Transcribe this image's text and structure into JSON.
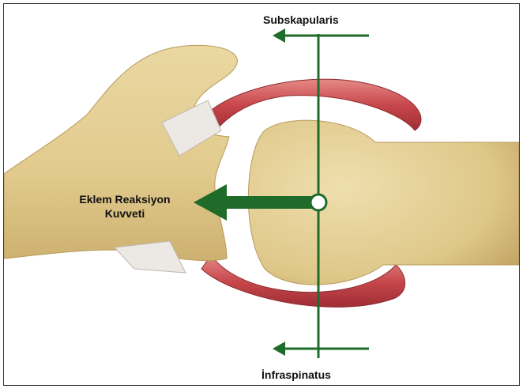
{
  "labels": {
    "top_muscle": "Subskapularis",
    "bottom_muscle": "İnfraspinatus",
    "force_line1": "Eklem Reaksiyon",
    "force_line2": "Kuvveti"
  },
  "colors": {
    "bone": "#E4CE93",
    "bone_shadow": "#C9AE6E",
    "muscle": "#C8474C",
    "muscle_light": "#E07A78",
    "tendon": "#E9E6E2",
    "arrow_green": "#1E6B2A"
  },
  "icons": {
    "force_arrow": "arrow-left",
    "pivot": "circle",
    "muscle_arrows": "arrow-left"
  }
}
